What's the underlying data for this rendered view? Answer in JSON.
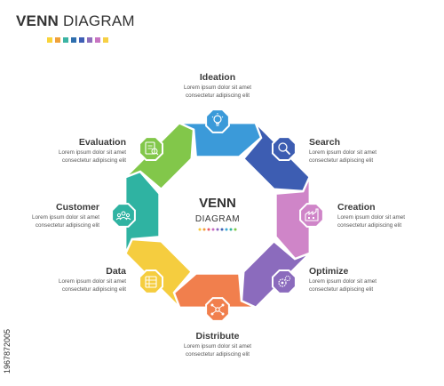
{
  "header": {
    "title_bold": "VENN",
    "title_light": "DIAGRAM",
    "swatches": [
      "#f9d43a",
      "#f0a13a",
      "#3cb4a4",
      "#2f6fae",
      "#3f5fb5",
      "#8e6fbb",
      "#c875c2",
      "#f6d045"
    ]
  },
  "center": {
    "title": "VENN",
    "subtitle": "DIAGRAM",
    "dots": [
      "#f7c83a",
      "#f39a3c",
      "#e85b6a",
      "#c86bc1",
      "#8c68c1",
      "#3e63b6",
      "#3aa8d6",
      "#33b59b",
      "#7cc74a"
    ]
  },
  "segments": [
    {
      "name": "Ideation",
      "color": "#3b9ad9",
      "icon": "lightbulb-icon"
    },
    {
      "name": "Search",
      "color": "#3d5db2",
      "icon": "magnifier-icon"
    },
    {
      "name": "Creation",
      "color": "#cf85c8",
      "icon": "factory-icon"
    },
    {
      "name": "Optimize",
      "color": "#8b6bbd",
      "icon": "gears-icon"
    },
    {
      "name": "Distribute",
      "color": "#f17f4d",
      "icon": "network-icon"
    },
    {
      "name": "Data",
      "color": "#f5cd3f",
      "icon": "database-icon"
    },
    {
      "name": "Customer",
      "color": "#2fb3a2",
      "icon": "people-icon"
    },
    {
      "name": "Evaluation",
      "color": "#82c74a",
      "icon": "checklist-icon"
    }
  ],
  "labels": {
    "ideation": {
      "title": "Ideation",
      "line1": "Lorem ipsum dolor sit amet",
      "line2": "consectetur adipiscing elit"
    },
    "search": {
      "title": "Search",
      "line1": "Lorem ipsum dolor sit amet",
      "line2": "consectetur adipiscing elit"
    },
    "creation": {
      "title": "Creation",
      "line1": "Lorem ipsum dolor sit amet",
      "line2": "consectetur adipiscing elit"
    },
    "optimize": {
      "title": "Optimize",
      "line1": "Lorem ipsum dolor sit amet",
      "line2": "consectetur adipiscing elit"
    },
    "distribute": {
      "title": "Distribute",
      "line1": "Lorem ipsum dolor sit amet",
      "line2": "consectetur adipiscing elit"
    },
    "data": {
      "title": "Data",
      "line1": "Lorem ipsum dolor sit amet",
      "line2": "consectetur adipiscing elit"
    },
    "customer": {
      "title": "Customer",
      "line1": "Lorem ipsum dolor sit amet",
      "line2": "consectetur adipiscing elit"
    },
    "evaluation": {
      "title": "Evaluation",
      "line1": "Lorem ipsum dolor sit amet",
      "line2": "consectetur adipiscing elit"
    }
  },
  "stock_id": "1967872005"
}
